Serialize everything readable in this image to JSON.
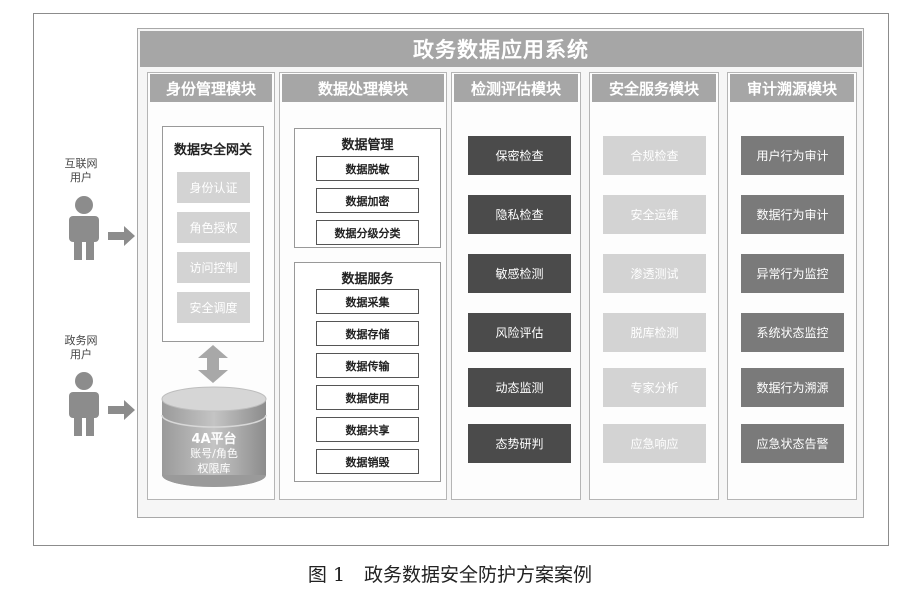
{
  "system_title": "政务数据应用系统",
  "users": [
    {
      "line1": "互联网",
      "line2": "用户"
    },
    {
      "line1": "政务网",
      "line2": "用户"
    }
  ],
  "modules": {
    "identity": {
      "title": "身份管理模块",
      "gateway_title": "数据安全网关",
      "items": [
        "身份认证",
        "角色授权",
        "访问控制",
        "安全调度"
      ],
      "db_title": "4A平台",
      "db_line2": "账号/角色",
      "db_line3": "权限库"
    },
    "processing": {
      "title": "数据处理模块",
      "management_title": "数据管理",
      "management_items": [
        "数据脱敏",
        "数据加密",
        "数据分级分类"
      ],
      "service_title": "数据服务",
      "service_items": [
        "数据采集",
        "数据存储",
        "数据传输",
        "数据使用",
        "数据共享",
        "数据销毁"
      ]
    },
    "detection": {
      "title": "检测评估模块",
      "items": [
        "保密检查",
        "隐私检查",
        "敏感检测",
        "风险评估",
        "动态监测",
        "态势研判"
      ]
    },
    "security": {
      "title": "安全服务模块",
      "items": [
        "合规检查",
        "安全运维",
        "渗透测试",
        "脱库检测",
        "专家分析",
        "应急响应"
      ]
    },
    "audit": {
      "title": "审计溯源模块",
      "items": [
        "用户行为审计",
        "数据行为审计",
        "异常行为监控",
        "系统状态监控",
        "数据行为溯源",
        "应急状态告警"
      ]
    }
  },
  "caption": "图 1　政务数据安全防护方案案例"
}
